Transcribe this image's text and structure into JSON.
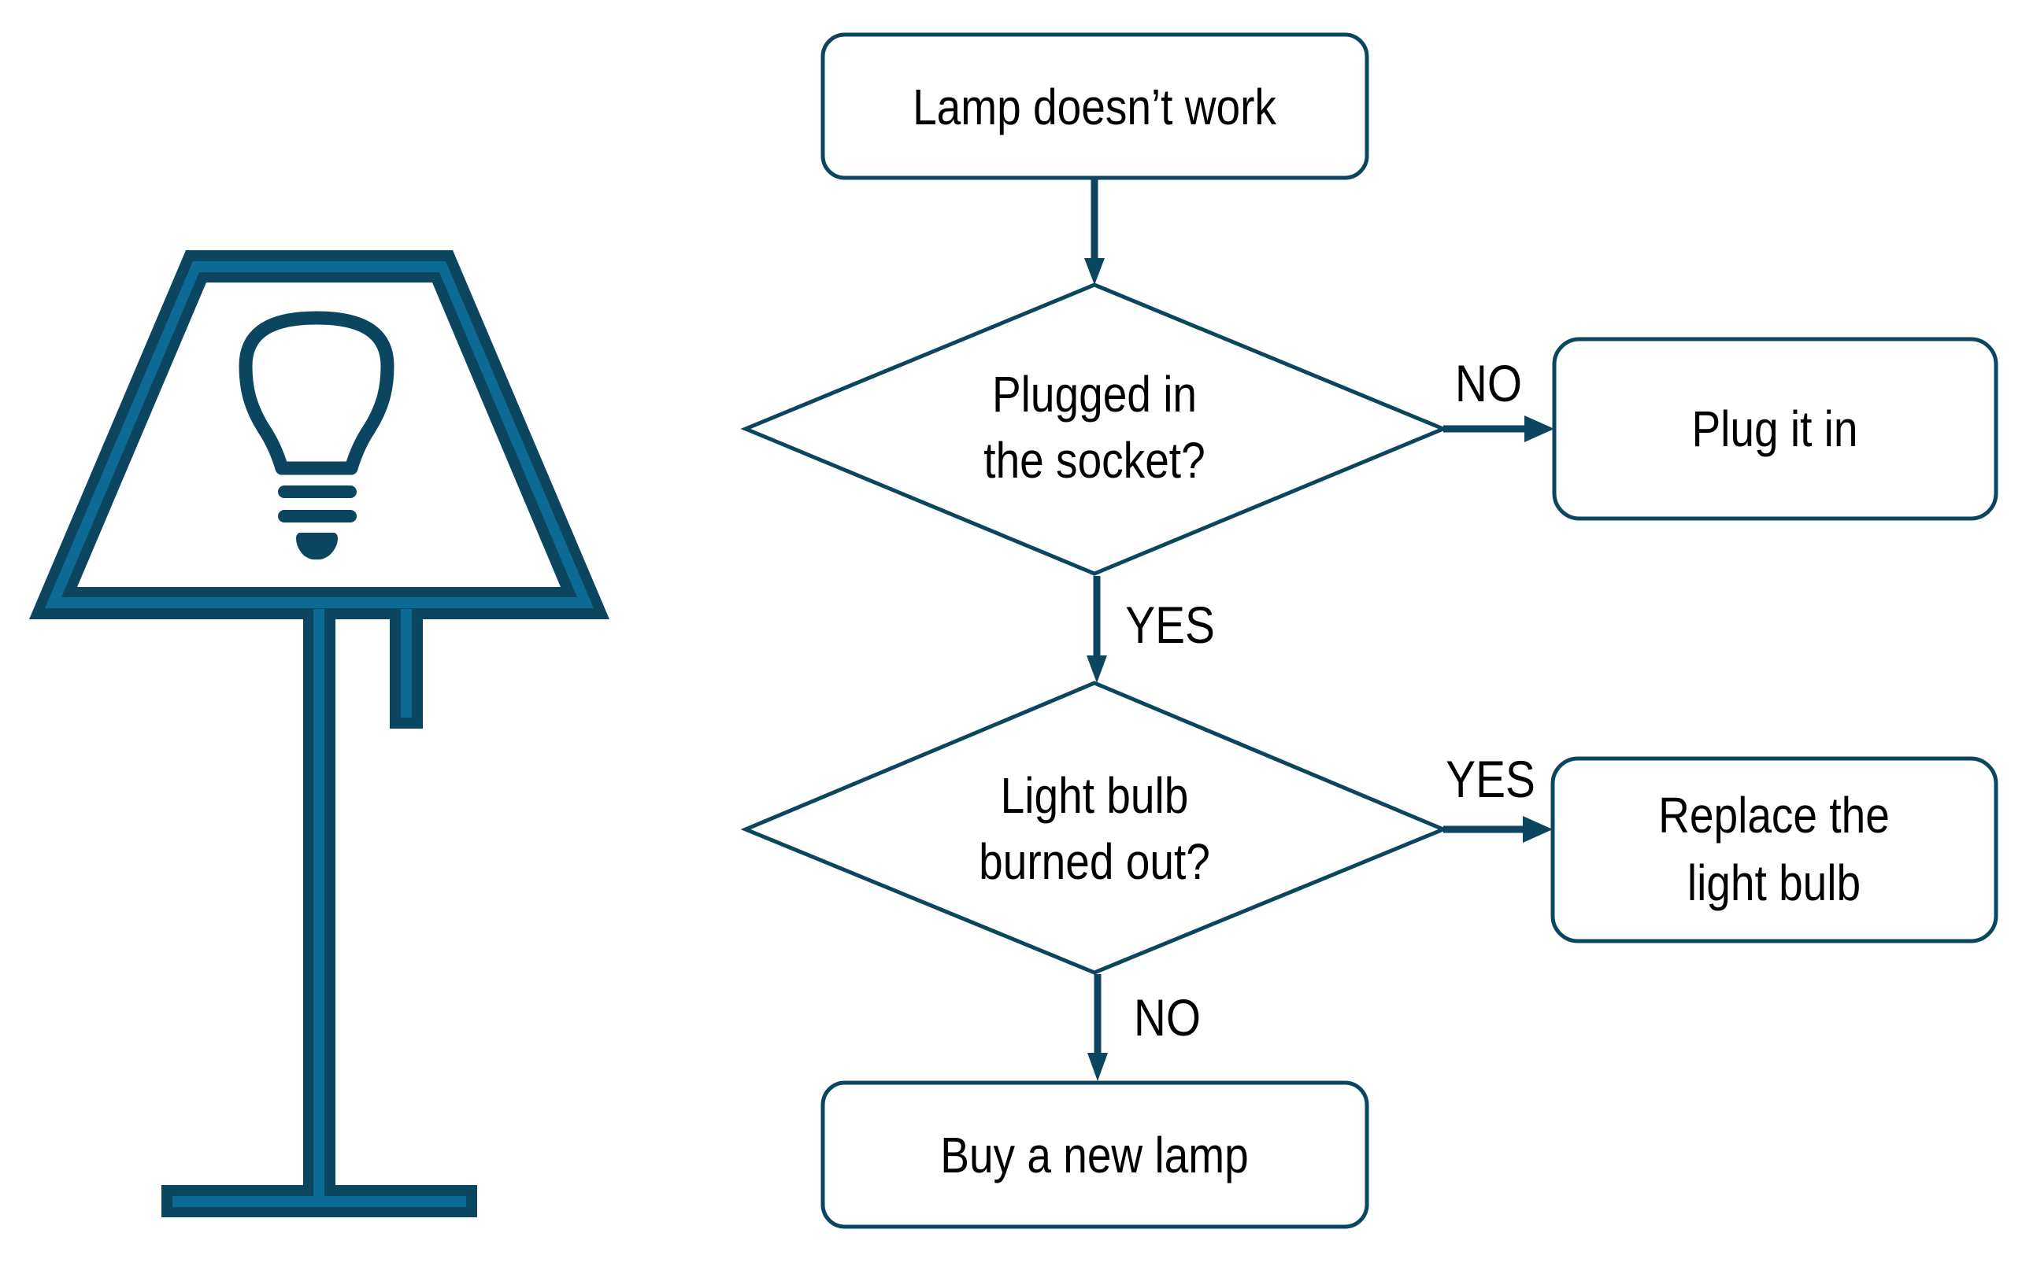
{
  "colors": {
    "stroke": "#0c4560",
    "lamp_dark": "#0c4560",
    "lamp_light": "#0d6a94",
    "text": "#000000",
    "background": "#ffffff"
  },
  "illustration": {
    "subject": "floor-lamp-with-light-bulb",
    "icons": [
      "floor-lamp-icon",
      "light-bulb-icon"
    ]
  },
  "flowchart": {
    "nodes": [
      {
        "id": "start",
        "shape": "rounded-rect",
        "lines": [
          "Lamp doesn’t work"
        ]
      },
      {
        "id": "q1",
        "shape": "diamond",
        "lines": [
          "Plugged in",
          "the socket?"
        ]
      },
      {
        "id": "a1",
        "shape": "rounded-rect",
        "lines": [
          "Plug it in"
        ]
      },
      {
        "id": "q2",
        "shape": "diamond",
        "lines": [
          "Light bulb",
          "burned out?"
        ]
      },
      {
        "id": "a2",
        "shape": "rounded-rect",
        "lines": [
          "Replace the",
          "light bulb"
        ]
      },
      {
        "id": "end",
        "shape": "rounded-rect",
        "lines": [
          "Buy a new lamp"
        ]
      }
    ],
    "edges": [
      {
        "from": "start",
        "to": "q1",
        "label": ""
      },
      {
        "from": "q1",
        "to": "a1",
        "label": "NO"
      },
      {
        "from": "q1",
        "to": "q2",
        "label": "YES"
      },
      {
        "from": "q2",
        "to": "a2",
        "label": "YES"
      },
      {
        "from": "q2",
        "to": "end",
        "label": "NO"
      }
    ]
  }
}
